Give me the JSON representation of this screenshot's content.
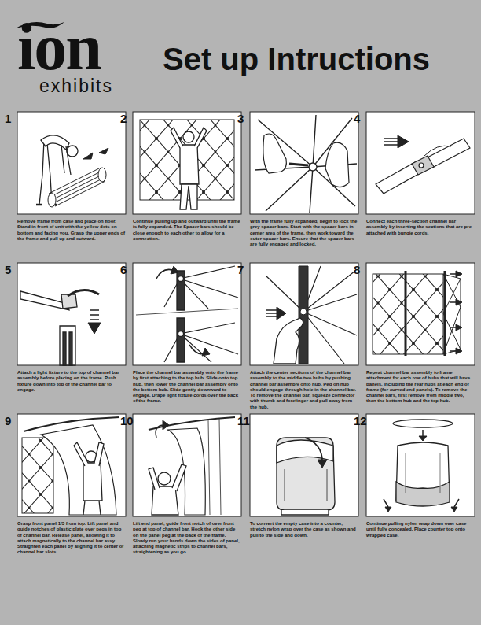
{
  "diagram": {
    "title": "Set up Intructions",
    "nodes": [
      {
        "text": [
          "Remove frame from case and place on floor. Stand in front of unit with the yellow dots on bottom and facing you. Grasp the upper ends of the frame and pull up and outward."
        ]
      },
      {
        "text": [
          "Continue pulling up and outward until the frame is fully expanded. The Spacer bars should be close enough to each other to allow for a connection."
        ]
      },
      {
        "text": [
          "With the frame fully expanded, begin to lock the grey spacer bars. Start with the spacer bars in center area of the frame, then work toward the outer spacer bars. Ensure that the spacer bars are fully engaged and locked."
        ]
      },
      {
        "text": [
          "Connect each three-section channel bar assembly by inserting the sections that are pre-attached with bungie cords."
        ]
      },
      {
        "text": [
          "Attach a light fixture to the top of channel bar assembly before placing on the frame. Push fixture down into top of the channel bar to engage."
        ]
      },
      {
        "text": [
          "Place the channel bar assembly onto the frame by first attaching to the top hub. Slide onto top hub, then lower the channel bar assembly onto the bottom hub. Slide gently downward to engage. Drape light fixture cords over the back of the frame."
        ]
      },
      {
        "text": [
          "Attach the center sections of the channel bar assembly to the middle two hubs by pushing channel bar assembly onto hub. Peg on hub should engage through hole in the channel bar. To remove the channel bar, squeeze connector with thumb and forefinger and pull away from the hub."
        ]
      },
      {
        "text": [
          "Repeat channel bar assembly to frame attachment for each row of hubs that will have panels, including the rear hubs at each end of frame (for curved end panels). To remove the channel bars, first remove from middle two, then the bottom hub and the top hub."
        ]
      },
      {
        "text": [
          "Grasp front panel 1/3 from top. Lift panel and guide notches of plastic plate over pegs in top of channel bar. Release panel, allowing it to attach magnetically to the channel bar assy. Straighten each panel by aligning it to center of channel bar slots."
        ]
      },
      {
        "text": [
          "Lift end panel, guide front notch of over front peg at top of channel bar. Hook the other side on the panel peg at the back of the frame. Slowly run your hands down the sides of panel, attaching magnetic strips to channel bars, straightening as you go."
        ]
      },
      {
        "text": [
          "To convert the empty case into a counter, stretch nylon wrap over the case as shown and pull to the side and down."
        ]
      },
      {
        "text": [
          "Continue pulling nylon wrap down over case until fully concealed. Place counter top onto wrapped case."
        ]
      }
    ],
    "labels": [
      "ion",
      "exhibits",
      "1",
      "2",
      "3",
      "4",
      "5",
      "6",
      "7",
      "8",
      "9",
      "10",
      "11",
      "12"
    ]
  }
}
